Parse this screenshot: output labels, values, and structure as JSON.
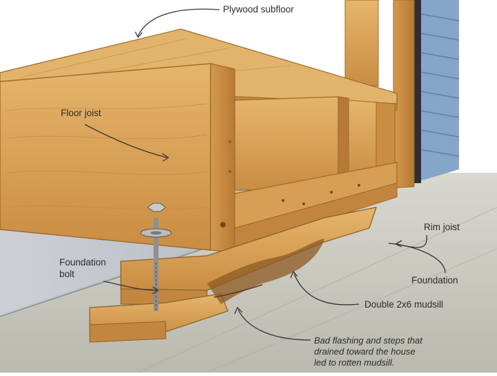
{
  "labels": {
    "plywood_subfloor": "Plywood subfloor",
    "floor_joist": "Floor joist",
    "rim_joist": "Rim joist",
    "foundation_bolt_line1": "Foundation",
    "foundation_bolt_line2": "bolt",
    "foundation": "Foundation",
    "double_mudsill": "Double 2x6 mudsill"
  },
  "note": {
    "line1": "Bad flashing and steps that",
    "line2": "drained toward the house",
    "line3": "led to rotten mudsill."
  },
  "colors": {
    "wood": "#d9a45a",
    "wood_dark": "#b97a34",
    "wood_light": "#ecc27e",
    "concrete": "#cfcfc7",
    "siding": "#7fa0c4",
    "leader": "#333333"
  }
}
